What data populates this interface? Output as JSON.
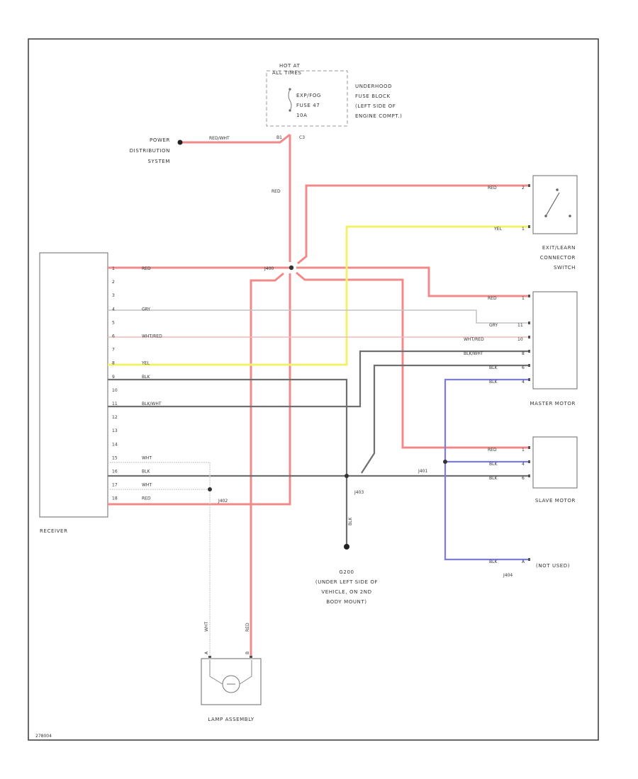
{
  "labels": {
    "hot_at": "HOT AT",
    "all_times": "ALL TIMES",
    "fuse_name": "EXP/FOG",
    "fuse_num": "FUSE 47",
    "fuse_amp": "10A",
    "fuse_block_1": "UNDERHOOD",
    "fuse_block_2": "FUSE BLOCK",
    "fuse_block_3": "(LEFT SIDE OF",
    "fuse_block_4": "ENGINE COMPT.)",
    "fuse_pin_a": "B1",
    "fuse_pin_b": "C3",
    "pds_1": "POWER",
    "pds_2": "DISTRIBUTION",
    "pds_3": "SYSTEM",
    "wire_redwht": "RED/WHT",
    "wire_red_vert": "RED",
    "splice_main": "J400",
    "switch_1": "EXIT/LEARN",
    "switch_2": "CONNECTOR",
    "switch_3": "SWITCH",
    "master_motor": "MASTER MOTOR",
    "slave_motor": "SLAVE MOTOR",
    "receiver": "RECEIVER",
    "lamp_assembly": "LAMP ASSEMBLY",
    "not_used": "(NOT USED)",
    "ground_1": "G200",
    "ground_2": "(UNDER LEFT SIDE OF",
    "ground_3": "VEHICLE, ON 2ND",
    "ground_4": "BODY MOUNT)",
    "splice_j403": "J403",
    "splice_j401": "J401",
    "splice_j402": "J402",
    "splice_j404": "J404",
    "footer_id": "278004"
  },
  "receiver_pins": [
    {
      "pin": "1",
      "wire": "RED"
    },
    {
      "pin": "2",
      "wire": ""
    },
    {
      "pin": "3",
      "wire": ""
    },
    {
      "pin": "4",
      "wire": "GRY"
    },
    {
      "pin": "5",
      "wire": ""
    },
    {
      "pin": "6",
      "wire": "WHT/RED"
    },
    {
      "pin": "7",
      "wire": ""
    },
    {
      "pin": "8",
      "wire": "YEL"
    },
    {
      "pin": "9",
      "wire": "BLK"
    },
    {
      "pin": "10",
      "wire": ""
    },
    {
      "pin": "11",
      "wire": "BLK/WHT"
    },
    {
      "pin": "12",
      "wire": ""
    },
    {
      "pin": "13",
      "wire": ""
    },
    {
      "pin": "14",
      "wire": ""
    },
    {
      "pin": "15",
      "wire": "WHT"
    },
    {
      "pin": "16",
      "wire": "BLK"
    },
    {
      "pin": "17",
      "wire": "WHT"
    },
    {
      "pin": "18",
      "wire": "RED"
    }
  ],
  "switch_pins": [
    {
      "pin": "2",
      "wire": "RED"
    },
    {
      "pin": "1",
      "wire": "YEL"
    }
  ],
  "master_pins": [
    {
      "pin": "1",
      "wire": "RED"
    },
    {
      "pin": "11",
      "wire": "GRY"
    },
    {
      "pin": "10",
      "wire": "WHT/RED"
    },
    {
      "pin": "8",
      "wire": "BLK/WHT"
    },
    {
      "pin": "6",
      "wire": "BLK"
    },
    {
      "pin": "4",
      "wire": "BLK"
    }
  ],
  "slave_pins": [
    {
      "pin": "1",
      "wire": "RED"
    },
    {
      "pin": "4",
      "wire": "BLK"
    },
    {
      "pin": "6",
      "wire": "BLK"
    }
  ],
  "not_used_pin": {
    "pin": "A",
    "wire": "BLK"
  },
  "lamp_pins": [
    {
      "pin": "A",
      "wire": "WHT"
    },
    {
      "pin": "B",
      "wire": "RED"
    }
  ],
  "ground_wire": "BLK",
  "colors": {
    "red": "#f08a8a",
    "yellow": "#f3f06a",
    "blue": "#7b7bf0",
    "dark": "#6f6f6f"
  }
}
